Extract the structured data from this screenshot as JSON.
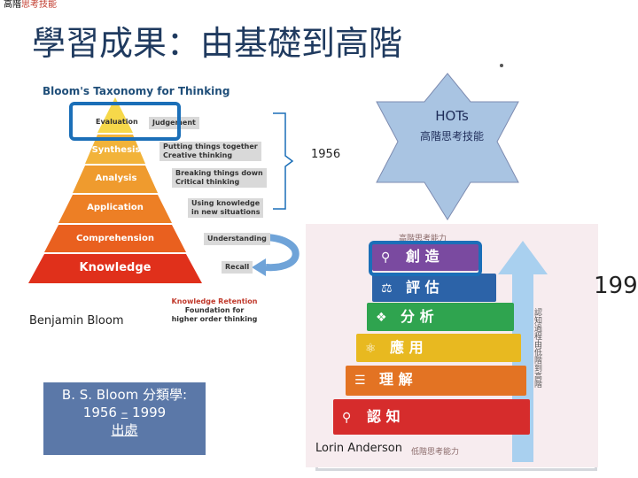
{
  "header": {
    "breadcrumb_prefix": "高階",
    "breadcrumb_accent": "思考技能",
    "title": "學習成果：由基礎到高階"
  },
  "bloom": {
    "title": "Bloom's Taxonomy for Thinking",
    "tiers": [
      "Evaluation",
      "Synthesis",
      "Analysis",
      "Application",
      "Comprehension",
      "Knowledge"
    ],
    "judgement": "Judgement",
    "side_labels": {
      "creative_1": "Putting things together",
      "creative_2": "Creative thinking",
      "critical_1": "Breaking things down",
      "critical_2": "Critical thinking",
      "situations_1": "Using knowledge",
      "situations_2": "in new situations",
      "understanding": "Understanding",
      "recall": "Recall"
    },
    "retention": {
      "head": "Knowledge Retention",
      "line1": "Foundation for",
      "line2": "higher order thinking"
    },
    "year": "1956",
    "author": "Benjamin Bloom"
  },
  "source_box": {
    "text": "B. S. Bloom 分類學: 1956",
    "link_dash": "–",
    "after": "1999",
    "link_label": "出處"
  },
  "star": {
    "label": "HOTs",
    "sublabel": "高階思考技能"
  },
  "anderson": {
    "top_label": "高階思考能力",
    "bottom_label": "低階思考能力",
    "levels": [
      {
        "label": "創 造",
        "icon": "bulb-icon",
        "color": "#7a4aa0"
      },
      {
        "label": "評 估",
        "icon": "scale-icon",
        "color": "#2c63a8"
      },
      {
        "label": "分 析",
        "icon": "puzzle-icon",
        "color": "#2fa44f"
      },
      {
        "label": "應 用",
        "icon": "flask-icon",
        "color": "#e8b920"
      },
      {
        "label": "理 解",
        "icon": "book-icon",
        "color": "#e37323"
      },
      {
        "label": "認 知",
        "icon": "magnifier-icon",
        "color": "#d62c2c"
      }
    ],
    "vertical_text": "認知過程由低階到高階",
    "author": "Lorin Anderson",
    "year_clipped": "199"
  }
}
